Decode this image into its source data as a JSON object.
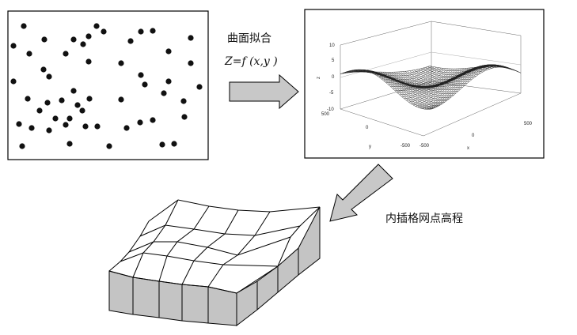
{
  "labels": {
    "surface_fit": "曲面拟合",
    "equation": "Z=f (x,y )",
    "grid_interp": "内插格网点高程"
  },
  "plot_axes": {
    "z_label": "z",
    "x_label": "x",
    "y_label": "y",
    "z_ticks": [
      "10",
      "5",
      "0",
      "-5",
      "-10"
    ],
    "x_ticks": [
      "-500",
      "0",
      "500"
    ],
    "y_ticks": [
      "500",
      "0",
      "-500"
    ]
  },
  "colors": {
    "dot": "#111111",
    "arrow_fill": "#c8c8c8",
    "side_face": "#c4c4c4",
    "line": "#000000"
  },
  "icons": [
    "right-arrow-icon",
    "down-left-arrow-icon"
  ]
}
